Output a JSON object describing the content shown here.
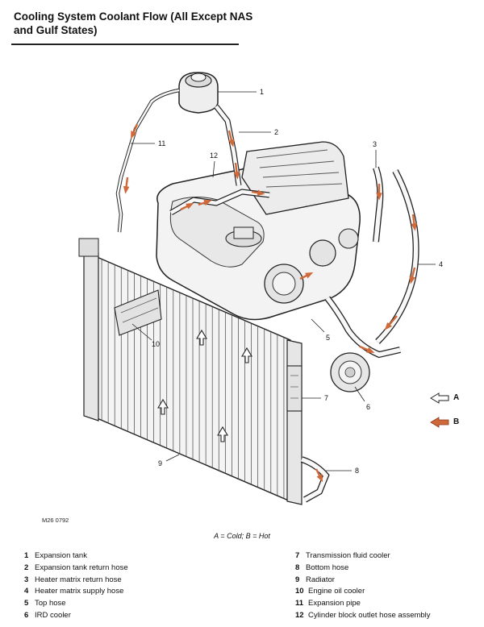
{
  "title": "Cooling System Coolant Flow (All Except NAS and Gulf States)",
  "callouts": [
    "1",
    "2",
    "3",
    "4",
    "5",
    "6",
    "7",
    "8",
    "9",
    "10",
    "11",
    "12"
  ],
  "key": {
    "a_label": "A",
    "b_label": "B",
    "a_color": "#ffffff",
    "b_color": "#d0693a"
  },
  "drawing_code": "M26 0792",
  "caption": "A = Cold; B = Hot",
  "legend": [
    {
      "num": "1",
      "text": "Expansion tank"
    },
    {
      "num": "2",
      "text": "Expansion tank return hose"
    },
    {
      "num": "3",
      "text": "Heater matrix return hose"
    },
    {
      "num": "4",
      "text": "Heater matrix supply hose"
    },
    {
      "num": "5",
      "text": "Top hose"
    },
    {
      "num": "6",
      "text": "IRD cooler"
    },
    {
      "num": "7",
      "text": "Transmission fluid cooler"
    },
    {
      "num": "8",
      "text": "Bottom hose"
    },
    {
      "num": "9",
      "text": "Radiator"
    },
    {
      "num": "10",
      "text": "Engine oil cooler"
    },
    {
      "num": "11",
      "text": "Expansion pipe"
    },
    {
      "num": "12",
      "text": "Cylinder block outlet hose assembly"
    }
  ]
}
